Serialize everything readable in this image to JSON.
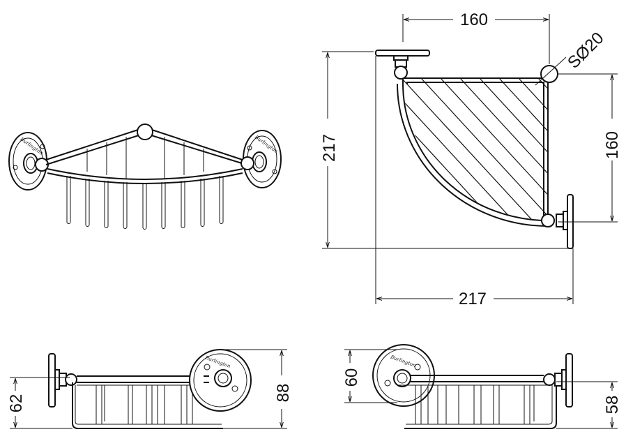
{
  "brand": "Burlington",
  "top_view": {
    "width": "217",
    "depth": "217",
    "arm_x": "160",
    "arm_y": "160",
    "ball": "SØ20"
  },
  "side_view_left": {
    "height_total": "88",
    "height_arm": "62"
  },
  "side_view_right": {
    "height_arm": "60",
    "height_basket": "58"
  }
}
